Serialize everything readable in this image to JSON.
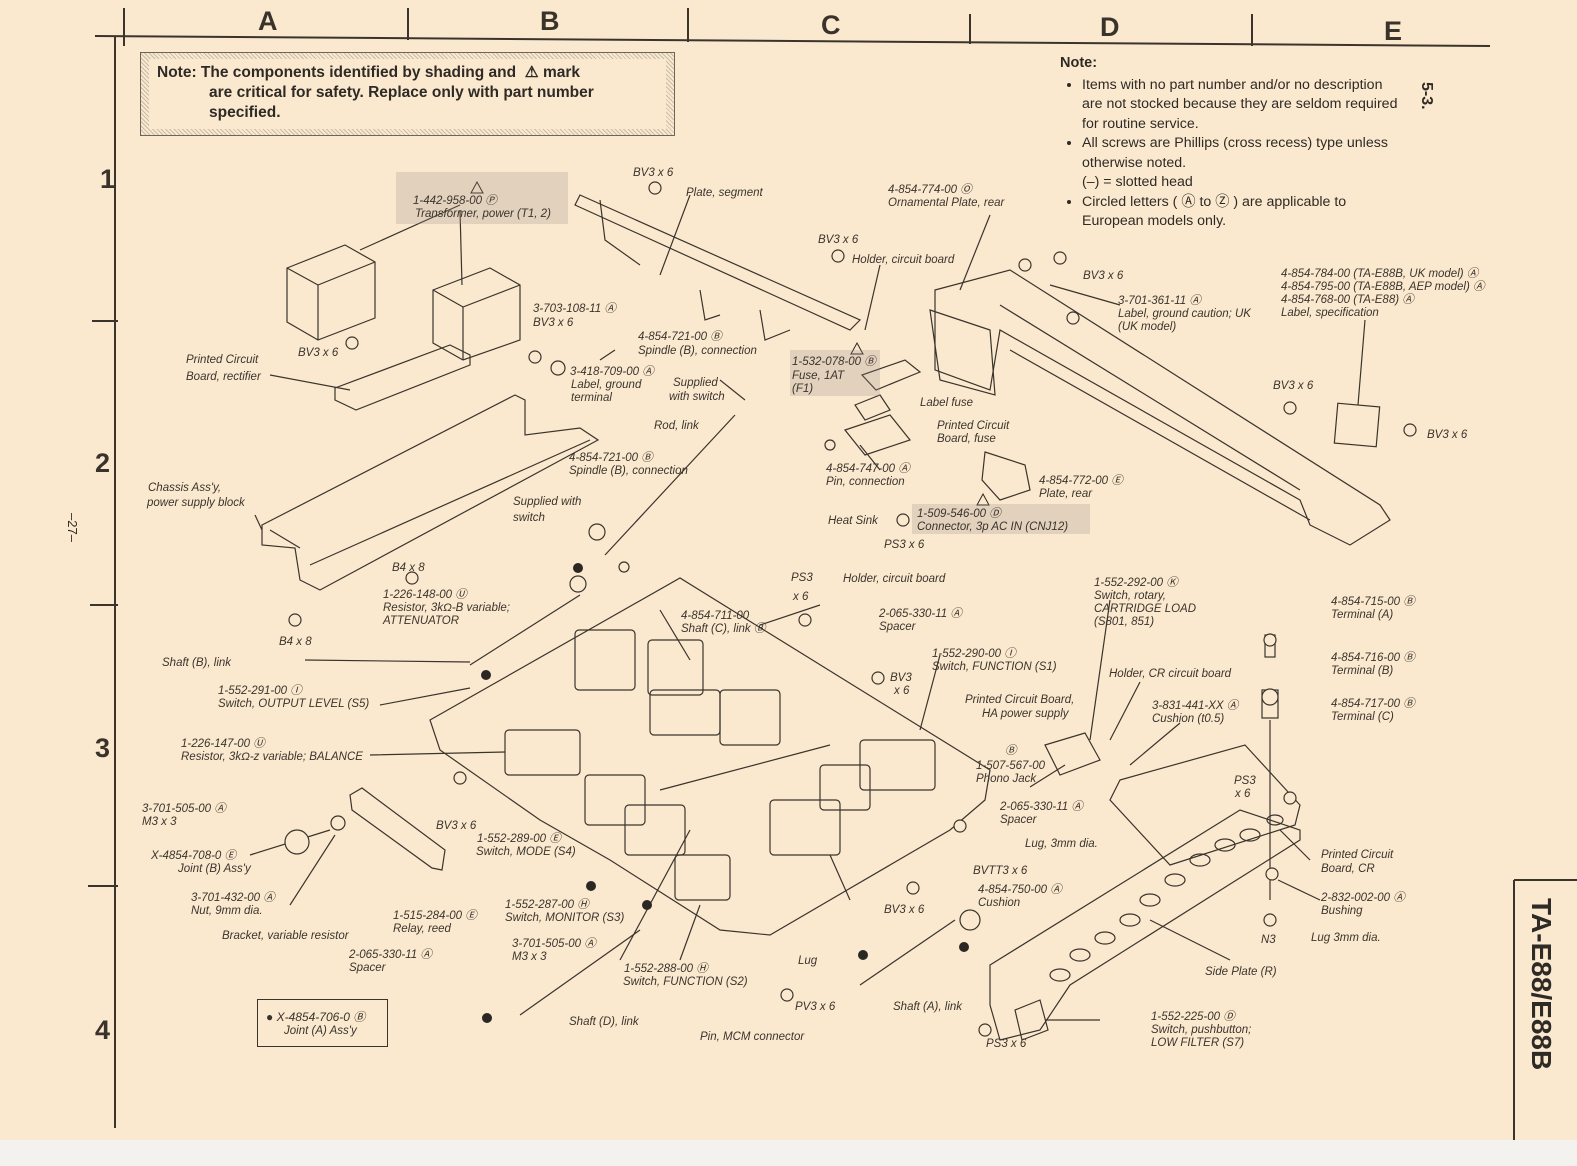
{
  "columns": [
    "A",
    "B",
    "C",
    "D",
    "E"
  ],
  "rows": [
    "1",
    "2",
    "3",
    "4"
  ],
  "safety_note": {
    "line1": "Note: The components identified by shading and",
    "mark": "⚠",
    "line1b": "mark",
    "line2": "are critical for safety.  Replace only with part number",
    "line3": "specified."
  },
  "general_note": {
    "title": "Note:",
    "items": [
      "Items with no part number and/or no description are not stocked because they are seldom required for routine service.",
      "All screws are Phillips (cross recess) type unless otherwise noted.",
      "Circled letters ( Ⓐ to Ⓩ ) are applicable to European models only."
    ],
    "slotted": "(–) = slotted head"
  },
  "section_number": "5-3.",
  "page_number": "–27–",
  "model": "TA-E88/E88B",
  "joint_box": {
    "line1": "● X-4854-706-0 Ⓑ",
    "line2": "Joint (A) Ass'y"
  },
  "labels": {
    "transformer_pn": "1-442-958-00 Ⓟ",
    "transformer": "Transformer, power (T1, 2)",
    "bv3x6_top": "BV3 x 6",
    "plate_segment": "Plate, segment",
    "ornamental_pn": "4-854-774-00 Ⓞ",
    "ornamental": "Ornamental Plate, rear",
    "bv3x6_b": "BV3 x 6",
    "holder_cb": "Holder, circuit board",
    "bv3x6_c": "BV3 x 6",
    "ground_caution_pn": "3-701-361-11 Ⓐ",
    "ground_caution": "Label, ground caution; UK",
    "ground_caution2": "(UK model)",
    "spec1": "4-854-784-00 (TA-E88B, UK model)  Ⓐ",
    "spec2": "4-854-795-00 (TA-E88B, AEP model)  Ⓐ",
    "spec3": "4-854-768-00 (TA-E88) Ⓐ",
    "spec_label": "Label, specification",
    "pcb_rect1": "Printed Circuit",
    "pcb_rect2": "Board, rectifier",
    "bv3x6_pcb": "BV3 x 6",
    "lbl_3703": "3-703-108-11  Ⓐ",
    "lbl_3703b": "BV3 x 6",
    "label_ground_pn": "3-418-709-00  Ⓐ",
    "label_ground1": "Label, ground",
    "label_ground2": "terminal",
    "spindle1_pn": "4-854-721-00  Ⓑ",
    "spindle1": "Spindle (B), connection",
    "fuse_pn": "1-532-078-00 Ⓑ",
    "fuse1": "Fuse, 1AT",
    "fuse2": "(F1)",
    "supplied1": "Supplied",
    "supplied2": "with switch",
    "label_fuse": "Label fuse",
    "pcb_fuse1": "Printed Circuit",
    "pcb_fuse2": "Board, fuse",
    "bv3x6_d": "BV3 x 6",
    "bv3x6_e": "BV3 x 6",
    "rod_link": "Rod, link",
    "spindle2_pn": "4-854-721-00  Ⓑ",
    "spindle2": "Spindle (B), connection",
    "pin_conn_pn": "4-854-747-00  Ⓐ",
    "pin_conn": "Pin, connection",
    "plate_rear_pn": "4-854-772-00  Ⓔ",
    "plate_rear": "Plate, rear",
    "chassis1": "Chassis Ass'y,",
    "chassis2": "power supply block",
    "supplied_sw1": "Supplied with",
    "supplied_sw2": "switch",
    "ac_in_pn": "1-509-546-00  Ⓓ",
    "ac_in": "Connector, 3p AC IN (CNJ12)",
    "heat_sink": "Heat Sink",
    "ps3x6_a": "PS3 x 6",
    "b4x8_a": "B4 x 8",
    "ps3": "PS3",
    "x6": "x 6",
    "holder_cb2": "Holder, circuit board",
    "sw_cart_pn": "1-552-292-00  Ⓚ",
    "sw_cart1": "Switch, rotary,",
    "sw_cart2": "CARTRIDGE LOAD",
    "sw_cart3": "(S801, 851)",
    "att_pn": "1-226-148-00  Ⓤ",
    "att1": "Resistor, 3kΩ-B variable;",
    "att2": "ATTENUATOR",
    "shaft_c_pn": "4-854-711-00",
    "shaft_c": "Shaft (C), link  Ⓑ",
    "spacer_pn": "2-065-330-11  Ⓐ",
    "spacer": "Spacer",
    "term_a_pn": "4-854-715-00  Ⓑ",
    "term_a": "Terminal (A)",
    "b4x8_b": "B4 x 8",
    "shaft_b": "Shaft (B), link",
    "sw_func1_pn": "1-552-290-00  Ⓘ",
    "sw_func1": "Switch, FUNCTION (S1)",
    "bv3": "BV3",
    "x6b": "x 6",
    "holder_cr": "Holder, CR circuit board",
    "term_b_pn": "4-854-716-00  Ⓑ",
    "term_b": "Terminal (B)",
    "out_lvl_pn": "1-552-291-00  Ⓘ",
    "out_lvl": "Switch, OUTPUT LEVEL (S5)",
    "pcb_ha1": "Printed Circuit Board,",
    "pcb_ha2": "HA power supply",
    "cushion_pn": "3-831-441-XX  Ⓐ",
    "cushion": "Cushion (t0.5)",
    "term_c_pn": "4-854-717-00  Ⓑ",
    "term_c": "Terminal (C)",
    "balance_pn": "1-226-147-00  Ⓤ",
    "balance": "Resistor, 3kΩ-z variable; BALANCE",
    "phono_b": "Ⓑ",
    "phono_pn": "1-507-567-00",
    "phono": "Phono Jack",
    "ps3_b": "PS3",
    "x6_c": "x 6",
    "m3_pn": "3-701-505-00  Ⓐ",
    "m3": "M3 x 3",
    "bv3x6_f": "BV3 x 6",
    "spacer2_pn": "2-065-330-11  Ⓐ",
    "spacer2": "Spacer",
    "mode_pn": "1-552-289-00  Ⓔ",
    "mode": "Switch, MODE (S4)",
    "lug3": "Lug, 3mm dia.",
    "joint_b_pn": "X-4854-708-0  Ⓔ",
    "joint_b": "Joint (B) Ass'y",
    "bvtt": "BVTT3 x 6",
    "pcb_cr1": "Printed Circuit",
    "pcb_cr2": "Board, CR",
    "cushion2_pn": "4-854-750-00 Ⓐ",
    "cushion2": "Cushion",
    "nut_pn": "3-701-432-00  Ⓐ",
    "nut": "Nut, 9mm dia.",
    "reed_pn": "1-515-284-00  Ⓔ",
    "reed": "Relay, reed",
    "monitor_pn": "1-552-287-00  Ⓗ",
    "monitor": "Switch, MONITOR (S3)",
    "bv3x6_g": "BV3 x 6",
    "bushing_pn": "2-832-002-00  Ⓐ",
    "bushing": "Bushing",
    "bracket": "Bracket, variable resistor",
    "n3": "N3",
    "lug3b": "Lug 3mm dia.",
    "spacer3_pn": "2-065-330-11  Ⓐ",
    "spacer3": "Spacer",
    "m3b_pn": "3-701-505-00  Ⓐ",
    "m3b": "M3 x 3",
    "func2_pn": "1-552-288-00  Ⓗ",
    "func2": "Switch, FUNCTION (S2)",
    "lug": "Lug",
    "side_plate": "Side Plate (R)",
    "pv3": "PV3 x 6",
    "shaft_a": "Shaft (A), link",
    "shaft_d": "Shaft (D), link",
    "pushbtn_pn": "1-552-225-00  Ⓓ",
    "pushbtn1": "Switch, pushbutton;",
    "pushbtn2": "LOW FILTER (S7)",
    "pin_mcm": "Pin, MCM connector",
    "ps3x6_b": "PS3 x 6"
  }
}
